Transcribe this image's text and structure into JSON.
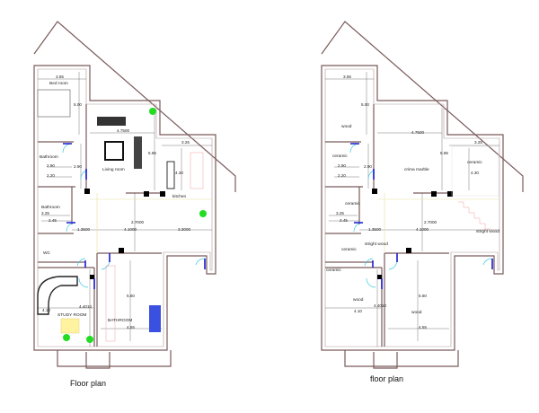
{
  "left_plan": {
    "title": "Floor plan",
    "rooms": {
      "bedroom": "Bed room",
      "living": "Living room",
      "kitchen": "kitchen",
      "bath1": "Bathroom",
      "bath2": "Bathroom",
      "wc": "WC",
      "study": "STUDY ROOM",
      "bathroom_big": "BATHROOM"
    },
    "dims": {
      "bed_w": "3.55",
      "bed_h": "5.00",
      "living_w": "4.7500",
      "living_h": "5.95",
      "kitchen_w": "3.25",
      "kitchen_h": "4.30",
      "bath1_h": "2.90",
      "bath1_w": "2.20",
      "corridor_h": "2.90",
      "bath2_h": "3.25",
      "bath2_w": "2.45",
      "hall_a": "1.3500",
      "hall_b": "4.1000",
      "hall_c": "3.3000",
      "hall_h": "2.7000",
      "study_w": "4.10",
      "study_h": "4.4010",
      "bigbath_h": "5.60",
      "bigbath_w": "4.55"
    }
  },
  "right_plan": {
    "title": "floor plan",
    "materials": {
      "bedroom": "wood",
      "living": "crima marble",
      "kitchen": "ceramic",
      "bath1": "ceramic",
      "bath2": "ceramic",
      "hall": "stright wood",
      "corridor": "stright wood",
      "wc": "ceramic",
      "closet": "ceramic",
      "study": "wood",
      "bathroom_big": "wood"
    },
    "dims": {
      "bed_w": "3.55",
      "bed_h": "5.00",
      "living_w": "4.7500",
      "living_h": "5.95",
      "kitchen_w": "3.25",
      "kitchen_h": "4.30",
      "bath1_h": "2.90",
      "bath1_w": "2.20",
      "corridor_h": "2.90",
      "bath2_h": "3.25",
      "bath2_w": "2.45",
      "hall_a": "1.3500",
      "hall_b": "4.1000",
      "hall_h": "2.7000",
      "study_w": "4.10",
      "study_h": "4.4010",
      "bigbath_h": "5.60",
      "bigbath_w": "4.55"
    }
  }
}
